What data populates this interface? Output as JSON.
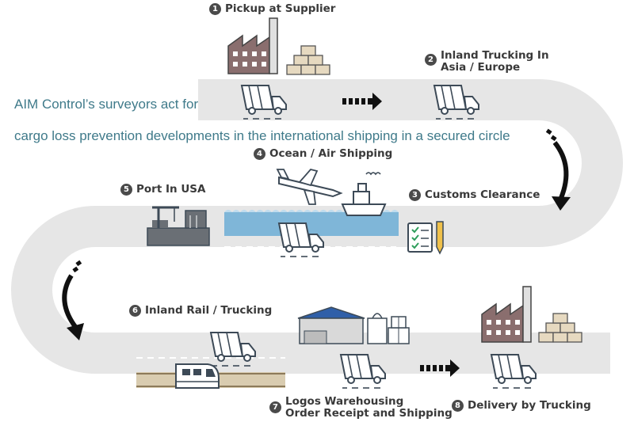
{
  "tagline": {
    "line1": "AIM Control’s surveyors act for",
    "line2": "cargo loss prevention developments in the international shipping in a secured circle"
  },
  "steps": [
    {
      "num": "1",
      "label": "Pickup at Supplier"
    },
    {
      "num": "2",
      "label_line1": "Inland Trucking In",
      "label_line2": "Asia / Europe"
    },
    {
      "num": "3",
      "label": "Customs Clearance"
    },
    {
      "num": "4",
      "label": "Ocean / Air Shipping"
    },
    {
      "num": "5",
      "label": "Port In USA"
    },
    {
      "num": "6",
      "label": "Inland Rail / Trucking"
    },
    {
      "num": "7",
      "label_line1": "Logos Warehousing",
      "label_line2": "Order Receipt and Shipping"
    },
    {
      "num": "8",
      "label": "Delivery by Trucking"
    }
  ],
  "colors": {
    "road": "#e6e6e6",
    "icon_stroke": "#3d4a57",
    "factory": "#8a6e6e",
    "boxes": "#e6d9c0",
    "water": "#7fb6d8",
    "warehouse_roof": "#2f5fa8",
    "rail_ties": "#d9ccb0",
    "arrow": "#111111",
    "tagline": "#3f7a8a"
  }
}
